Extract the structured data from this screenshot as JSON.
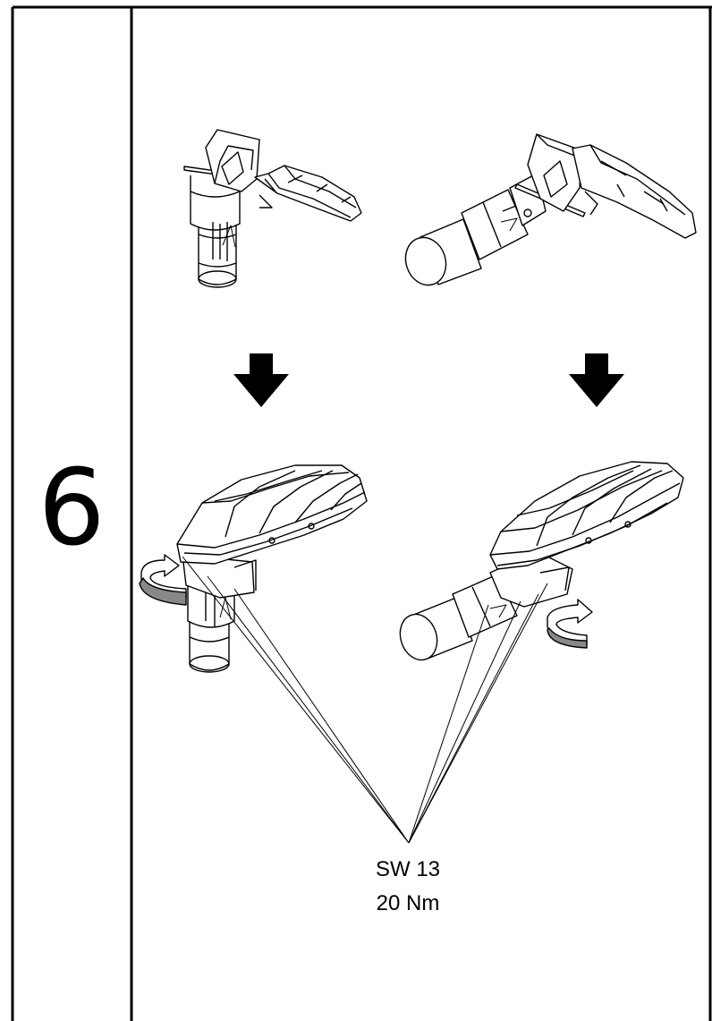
{
  "step": {
    "number": "6"
  },
  "callout": {
    "wrench_size": "SW 13",
    "torque": "20 Nm"
  },
  "icons": {
    "down_arrow": "down-arrow-icon",
    "rotate_arrow": "rotate-arrow-icon"
  },
  "colors": {
    "line": "#000000",
    "background": "#ffffff",
    "arrow_fill": "#000000"
  }
}
